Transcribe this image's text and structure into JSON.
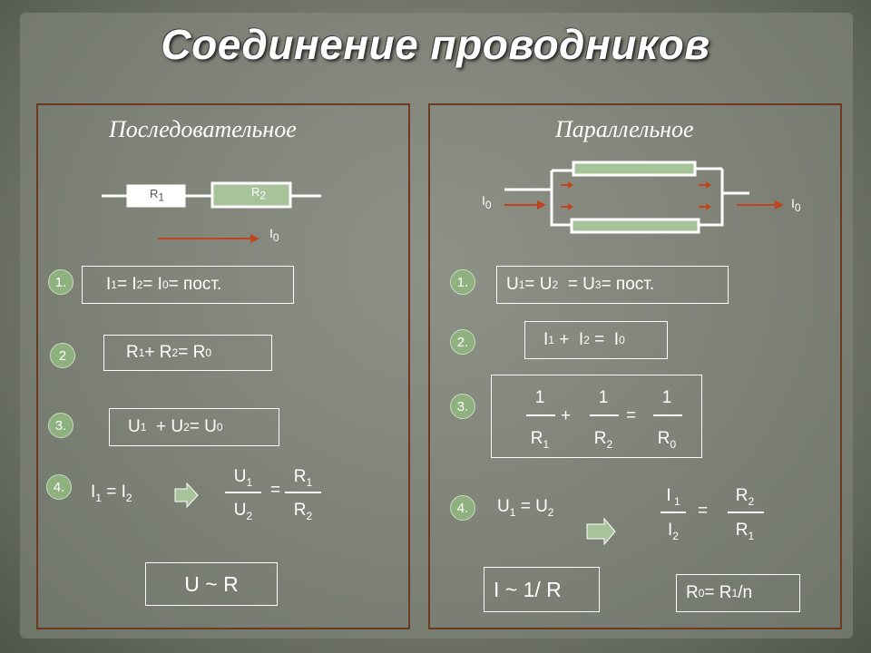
{
  "title": "Соединение проводников",
  "series": {
    "heading": "Последовательное",
    "r1_label": "R",
    "r1_sub": "1",
    "r2_label": "R",
    "r2_sub": "2",
    "i0_label": "I",
    "i0_sub": "0",
    "items": [
      {
        "num": "1."
      },
      {
        "num": "2"
      },
      {
        "num": "3."
      },
      {
        "num": "4."
      }
    ],
    "f1": {
      "a": "I",
      "as": "1",
      "b": " = I",
      "bs": "2",
      "c": " = I",
      "cs": "0",
      "d": " = пост."
    },
    "f2": {
      "a": "R",
      "as": "1",
      "b": " + R",
      "bs": "2",
      "c": " = R",
      "cs": "0"
    },
    "f3": {
      "a": "U",
      "as": "1",
      "b": "  + U",
      "bs": "2",
      "c": " = U",
      "cs": "0"
    },
    "f4": {
      "a": "I",
      "as": "1",
      "b": " = I",
      "bs": "2",
      "u1": "U",
      "u1s": "1",
      "u2": "U",
      "u2s": "2",
      "eq": "=",
      "r1": "R",
      "r1s": "1",
      "r2": "R",
      "r2s": "2"
    },
    "result": "U ~ R"
  },
  "parallel": {
    "heading": "Параллельное",
    "i0_left": "I",
    "i0_left_sub": "0",
    "i0_right": "I",
    "i0_right_sub": "0",
    "items": [
      {
        "num": "1."
      },
      {
        "num": "2."
      },
      {
        "num": "3."
      },
      {
        "num": "4."
      }
    ],
    "f1": {
      "a": "U",
      "as": "1",
      "b": " = U",
      "bs": "2",
      "c": "  = U",
      "cs": "3",
      "d": " = пост."
    },
    "f2": {
      "a": "I",
      "as": "1",
      "b": " +  I",
      "bs": "2",
      "c": " =  I",
      "cs": "0"
    },
    "f3": {
      "one": "1",
      "plus": "+",
      "eq": "=",
      "d1": "R",
      "d1s": "1",
      "d2": "R",
      "d2s": "2",
      "d3": "R",
      "d3s": "0"
    },
    "f4": {
      "a": "U",
      "as": "1",
      "b": " = U",
      "bs": "2",
      "i1": "I",
      "i1s": " 1",
      "i2": "I",
      "i2s": "2",
      "eq": "=",
      "r2": "R",
      "r2s": "2",
      "r1": "R",
      "r1s": "1"
    },
    "result": "I ~ 1/ R",
    "r0": {
      "a": "R",
      "as": "0",
      "b": "= R",
      "bs": "1",
      "c": "/n"
    }
  },
  "colors": {
    "panel_border": "#6b3a1f",
    "arrow": "#c0451f",
    "resistor_fill": "#a7c39a",
    "num_circle": "#8fb07f"
  }
}
